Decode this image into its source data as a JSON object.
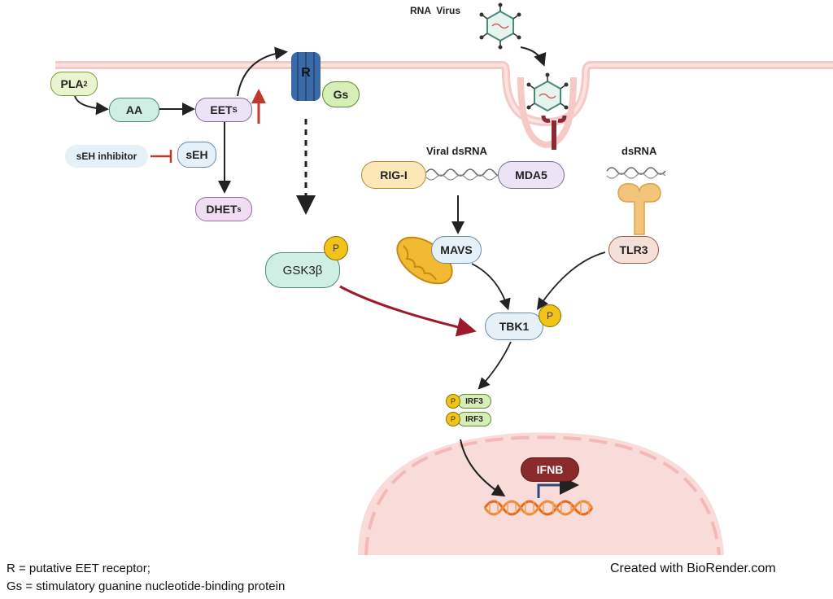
{
  "nodes": {
    "pla2": "PLA",
    "pla2_sub": "2",
    "aa": "AA",
    "eets": "EET",
    "eets_sub": "S",
    "seh_inhibitor": "sEH inhibitor",
    "seh": "sEH",
    "dhets": "DHET",
    "dhets_sub": "s",
    "receptor": "R",
    "gs": "Gs",
    "gsk3b": "GSK3β",
    "rigi": "RIG-I",
    "mda5": "MDA5",
    "mavs": "MAVS",
    "tlr3": "TLR3",
    "tbk1": "TBK1",
    "irf3_a": "IRF3",
    "irf3_b": "IRF3",
    "ifnb": "IFNB",
    "p": "P"
  },
  "labels": {
    "rna_virus": "RNA  Virus",
    "viral_dsrna": "Viral dsRNA",
    "dsrna": "dsRNA"
  },
  "footer": {
    "line1": "R = putative EET receptor;",
    "line2": "Gs = stimulatory guanine nucleotide-binding protein",
    "credit": "Created with BioRender.com"
  },
  "colors": {
    "membrane": "#f6c8c6",
    "nucleus": "#f9dcd9",
    "phospho": "#f2c418",
    "activation_arrow": "#9c1a2c"
  }
}
